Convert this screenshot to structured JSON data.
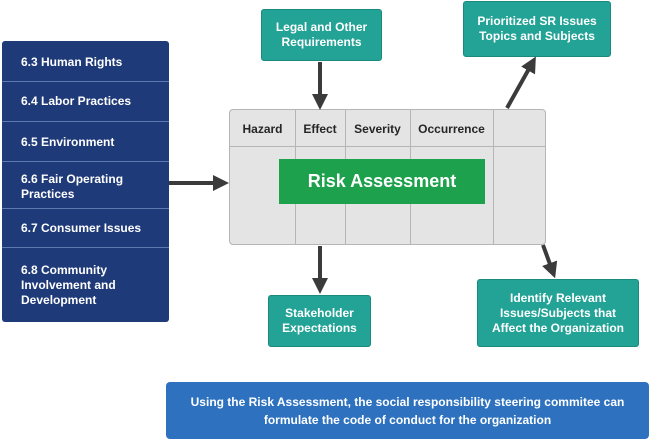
{
  "left_panel": {
    "items": [
      "6.3 Human Rights",
      "6.4 Labor Practices",
      "6.5 Environment",
      "6.6 Fair Operating Practices",
      "6.7 Consumer Issues",
      "6.8 Community Involvement and Development"
    ]
  },
  "boxes": {
    "legal": "Legal and Other Requirements",
    "prioritized": "Prioritized SR Issues Topics and Subjects",
    "stakeholder": "Stakeholder Expectations",
    "identify": "Identify Relevant Issues/Subjects that Affect the Organization"
  },
  "matrix": {
    "columns": [
      "Hazard",
      "Effect",
      "Severity",
      "Occurrence"
    ],
    "center_label": "Risk Assessment"
  },
  "bottom_note": "Using the Risk Assessment, the social responsibility steering commitee can formulate the code of conduct for the organization",
  "colors": {
    "navy": "#1f3a78",
    "teal": "#23a296",
    "green": "#1ea14c",
    "blue": "#2e72bf",
    "arrow": "#3b3b3b"
  }
}
